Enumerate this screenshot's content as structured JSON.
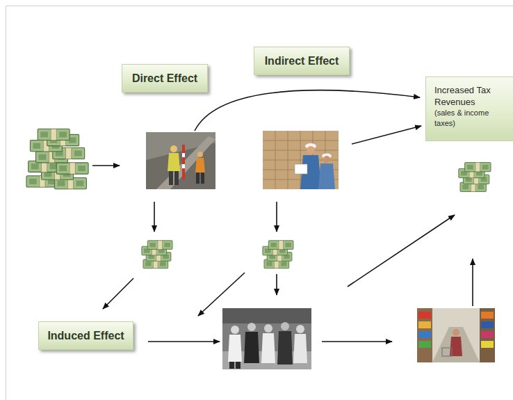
{
  "diagram": {
    "nodes": [
      {
        "text": [
          "Direct Effect"
        ]
      },
      {
        "text": [
          "Indirect Effect"
        ]
      },
      {
        "text": [
          "Increased Tax Revenues",
          "(sales & income taxes)"
        ]
      },
      {
        "text": [
          "Induced Effect"
        ]
      }
    ]
  }
}
